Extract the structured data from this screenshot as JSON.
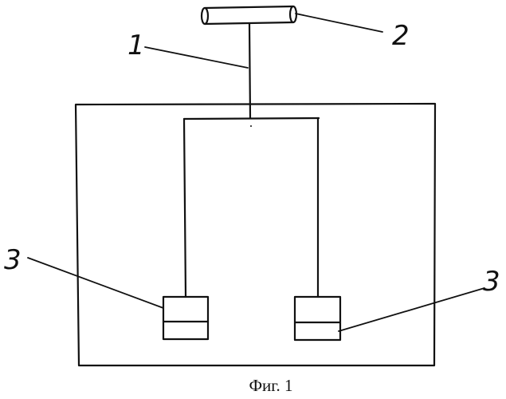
{
  "labels": {
    "conduit": "1",
    "pipe": "2",
    "unit_left": "3",
    "unit_right": "3"
  },
  "caption": "Фиг. 1"
}
